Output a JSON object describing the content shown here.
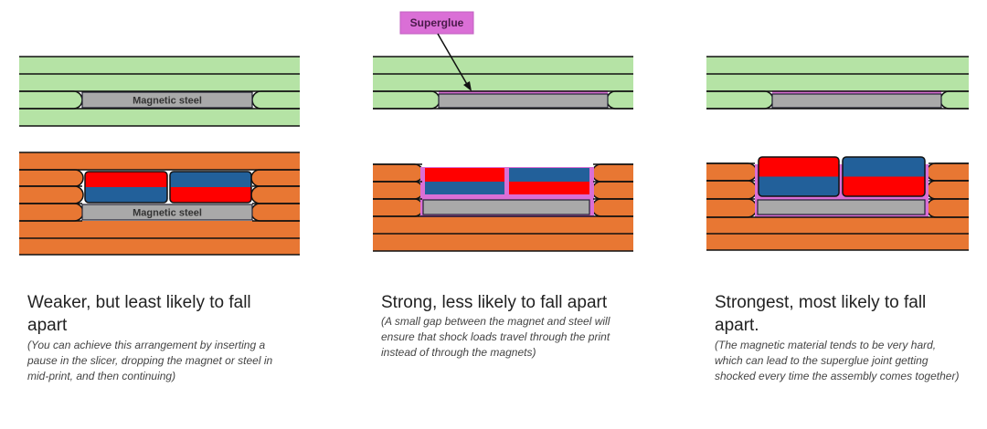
{
  "colors": {
    "green": "#b5e3a5",
    "orange": "#e87733",
    "steel": "#a9a9a9",
    "red": "#ff0000",
    "blue": "#22609a",
    "glue": "#da6fd6"
  },
  "labels": {
    "steel": "Magnetic steel",
    "superglue": "Superglue"
  },
  "panels": [
    {
      "title_lines": [
        "Weaker, but least likely to fall",
        "apart"
      ],
      "note_lines": [
        "(You can achieve this arrangement by inserting a",
        "pause in the slicer, dropping the magnet or steel in",
        "mid-print, and then continuing)"
      ]
    },
    {
      "title_lines": [
        "Strong, less likely to fall apart"
      ],
      "note_lines": [
        "(A small gap between the magnet and steel will",
        "ensure that shock loads travel through the print",
        "instead of through the magnets)"
      ]
    },
    {
      "title_lines": [
        "Strongest, most likely to fall",
        "apart."
      ],
      "note_lines": [
        "(The magnetic material tends to be very hard,",
        "which can lead to the superglue joint getting",
        "shocked every time the assembly comes together)"
      ]
    }
  ]
}
